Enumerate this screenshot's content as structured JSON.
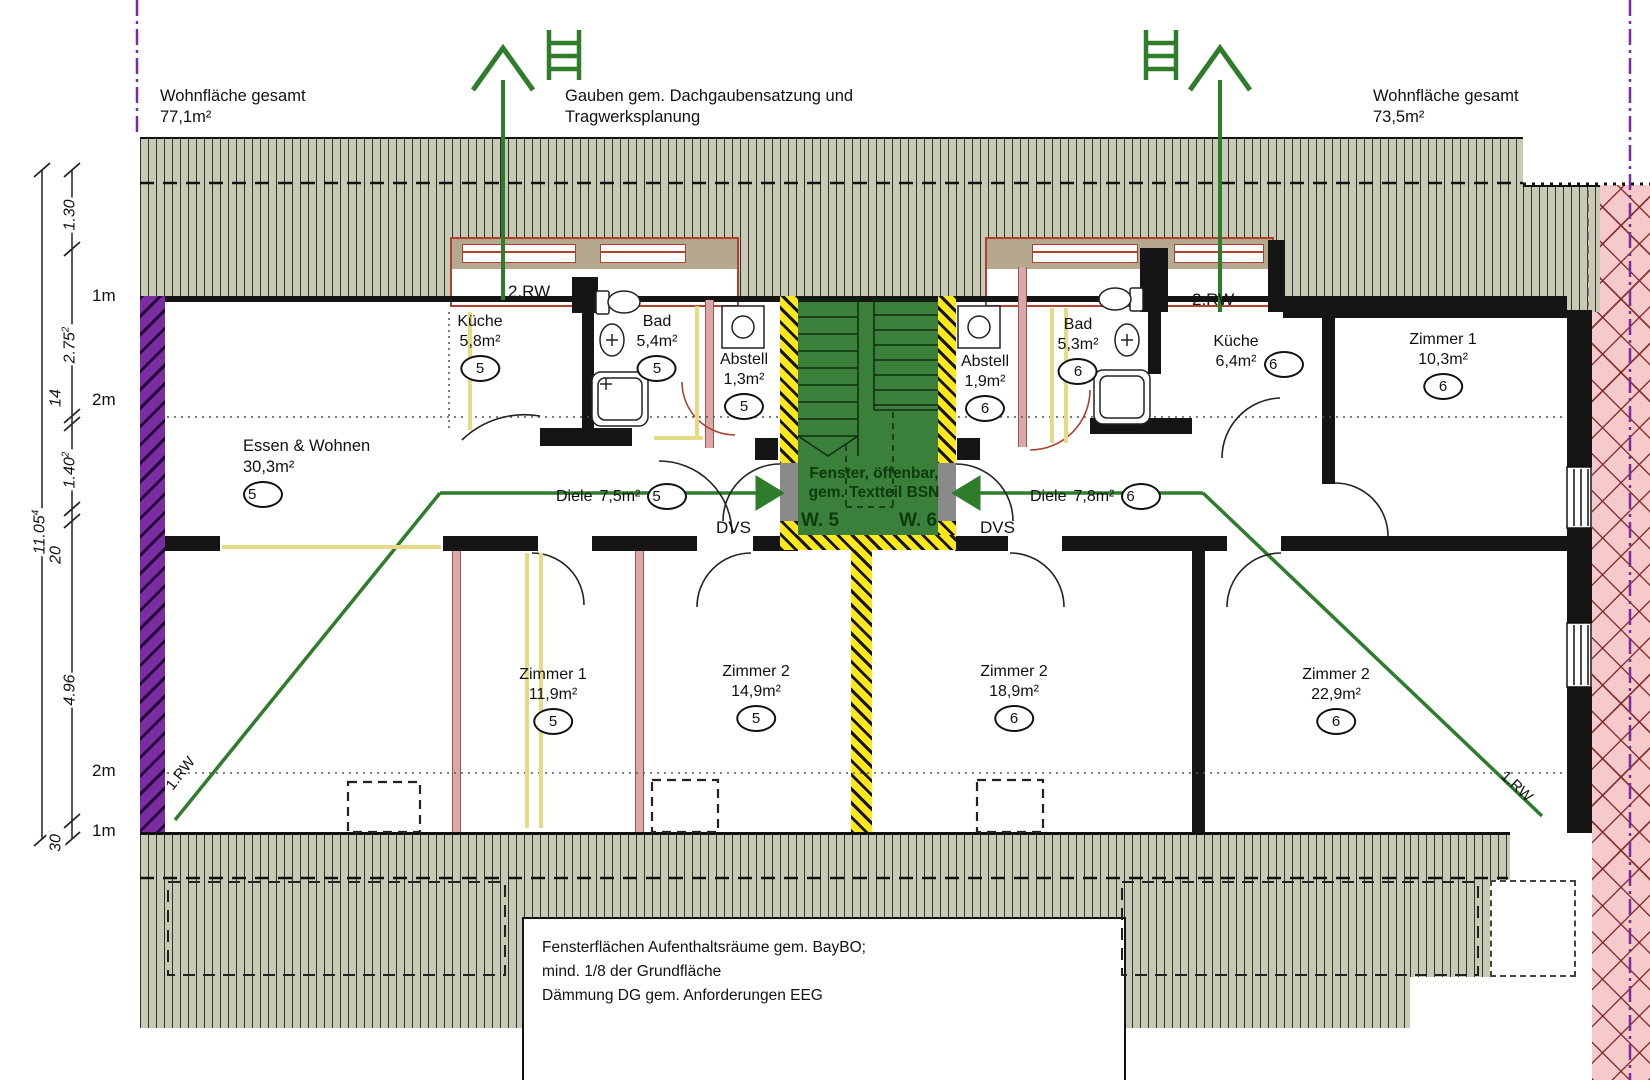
{
  "header": {
    "area_left": {
      "line1": "Wohnfläche gesamt",
      "line2": "77,1m²"
    },
    "gauben_note": {
      "line1": "Gauben gem. Dachgaubensatzung und",
      "line2": "Tragwerksplanung"
    },
    "area_right": {
      "line1": "Wohnfläche gesamt",
      "line2": "73,5m²"
    }
  },
  "apartments": {
    "w5": {
      "label": "W. 5",
      "unit": "5"
    },
    "w6": {
      "label": "W. 6",
      "unit": "6"
    }
  },
  "rooms": {
    "w5_essen": {
      "name": "Essen & Wohnen",
      "area": "30,3m²",
      "unit": "5"
    },
    "w5_kueche": {
      "name": "Küche",
      "area": "5,8m²",
      "unit": "5"
    },
    "w5_bad": {
      "name": "Bad",
      "area": "5,4m²",
      "unit": "5"
    },
    "w5_abstell": {
      "name": "Abstell",
      "area": "1,3m²",
      "unit": "5"
    },
    "w5_diele": {
      "name": "Diele",
      "area": "7,5m²",
      "unit": "5"
    },
    "w5_zimmer1": {
      "name": "Zimmer 1",
      "area": "11,9m²",
      "unit": "5"
    },
    "w5_zimmer2": {
      "name": "Zimmer 2",
      "area": "14,9m²",
      "unit": "5"
    },
    "w6_abstell": {
      "name": "Abstell",
      "area": "1,9m²",
      "unit": "6"
    },
    "w6_bad": {
      "name": "Bad",
      "area": "5,3m²",
      "unit": "6"
    },
    "w6_kueche": {
      "name": "Küche",
      "area": "6,4m²",
      "unit": "6"
    },
    "w6_zimmer1": {
      "name": "Zimmer 1",
      "area": "10,3m²",
      "unit": "6"
    },
    "w6_diele": {
      "name": "Diele",
      "area": "7,8m²",
      "unit": "6"
    },
    "w6_zimmer2a": {
      "name": "Zimmer 2",
      "area": "18,9m²",
      "unit": "6"
    },
    "w6_zimmer2b": {
      "name": "Zimmer 2",
      "area": "22,9m²",
      "unit": "6"
    }
  },
  "stairwell": {
    "note_line1": "Fenster, öffenbar,",
    "note_line2": "gem. Textteil BSN",
    "dvs": "DVS"
  },
  "escape": {
    "rw1": "1.RW",
    "rw2": "2.RW"
  },
  "heights": {
    "m1": "1m",
    "m2": "2m"
  },
  "dimensions": {
    "total": {
      "value": "11.05",
      "sup": "4"
    },
    "segments": [
      {
        "value": "1.30",
        "sup": ""
      },
      {
        "value": "2.75",
        "sup": "2"
      },
      {
        "value": "14",
        "sup": ""
      },
      {
        "value": "1.40",
        "sup": "2"
      },
      {
        "value": "20",
        "sup": ""
      },
      {
        "value": "4.96",
        "sup": ""
      },
      {
        "value": "30",
        "sup": ""
      }
    ]
  },
  "bottom_note": {
    "line1": "Fensterflächen Aufenthaltsräume gem. BayBO;",
    "line2": "mind. 1/8 der Grundfläche",
    "line3": "Dämmung DG gem. Anforderungen EEG"
  },
  "colors": {
    "escape_green": "#2e7d2a",
    "stair_green": "#3a7f3a",
    "wall_yellow": "#ffe81a",
    "purple": "#7a2da0",
    "pink": "#f6caca",
    "roof": "#c9cab6"
  }
}
